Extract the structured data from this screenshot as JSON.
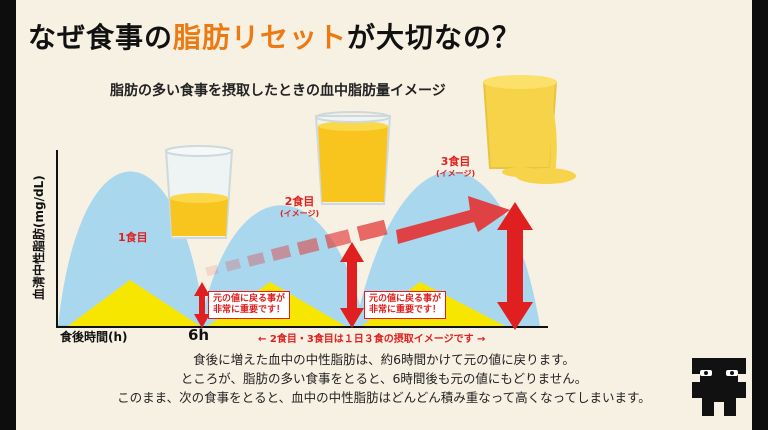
{
  "title": {
    "part1": "なぜ食事の",
    "highlight": "脂肪リセット",
    "part2": "が大切なの？"
  },
  "subtitle": "脂肪の多い食事を摂取したときの血中脂肪量イメージ",
  "y_axis_label": "血清中性脂肪(mg/dL)",
  "x_axis_label": "食後時間(h)",
  "six_h_label": "6h",
  "meals": [
    {
      "label": "1食目",
      "sub": ""
    },
    {
      "label": "2食目",
      "sub": "(イメージ)"
    },
    {
      "label": "3食目",
      "sub": "(イメージ)"
    }
  ],
  "callouts": [
    {
      "line1": "元の値に戻る事が",
      "line2": "非常に重要です！"
    },
    {
      "line1": "元の値に戻る事が",
      "line2": "非常に重要です！"
    }
  ],
  "range_label": "← 2食目・3食目は１日３食の摂取イメージです →",
  "caption": [
    "食後に増えた血中の中性脂肪は、約6時間かけて元の値に戻ります。",
    "ところが、脂肪の多い食事をとると、6時間後も元の値にもどりません。",
    "このまま、次の食事をとると、血中の中性脂肪はどんどん積み重なって高くなってしまいます。"
  ],
  "colors": {
    "accent_orange": "#ec7a12",
    "arrow_red": "#e02020",
    "curve_blue": "#a9d8ee",
    "peak_yellow": "#f7e600",
    "juice": "#f7c51e"
  },
  "icons": [
    "juice-glass-icon",
    "spilled-juice-glass-icon",
    "mascot-icon"
  ]
}
